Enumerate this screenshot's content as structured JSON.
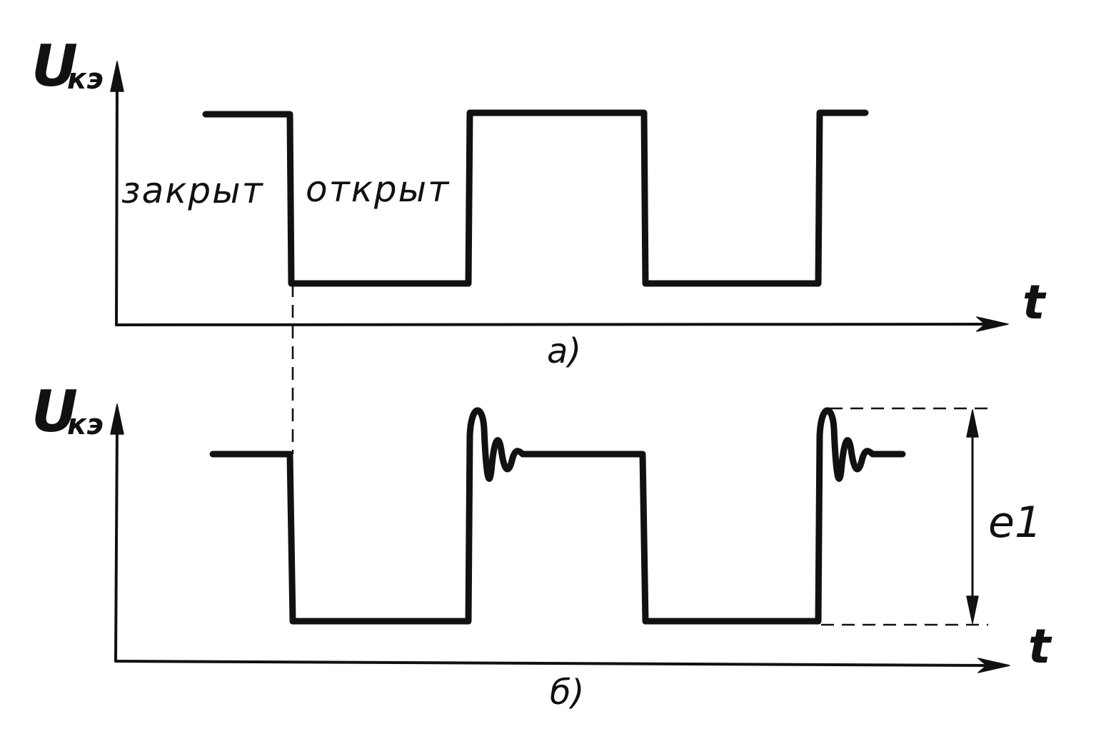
{
  "diagram": {
    "panel_a": {
      "y_label_main": "U",
      "y_label_sub": "кэ",
      "x_label": "t",
      "tag": "a)",
      "state_closed": "закрыт",
      "state_open": "открыт"
    },
    "panel_b": {
      "y_label_main": "U",
      "y_label_sub": "кэ",
      "x_label": "t",
      "tag": "б)",
      "amplitude_label": "e1"
    }
  }
}
